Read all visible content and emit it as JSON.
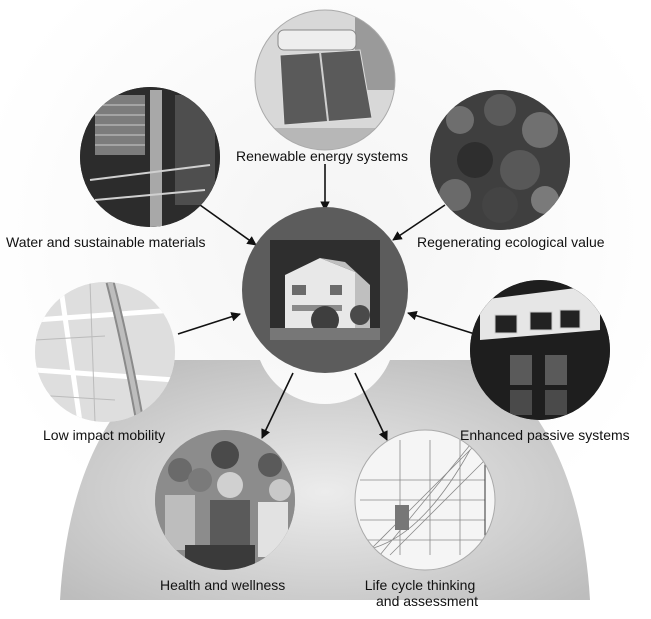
{
  "diagram": {
    "center": {
      "icon": "house-photo"
    },
    "nodes": [
      {
        "id": "renewable",
        "label": "Renewable energy systems",
        "icon": "solar-panel-photo"
      },
      {
        "id": "ecology",
        "label": "Regenerating ecological value",
        "icon": "vegetation-photo"
      },
      {
        "id": "passive",
        "label": "Enhanced passive systems",
        "icon": "clerestory-window-photo"
      },
      {
        "id": "lifecycle",
        "label_line1": "Life cycle thinking",
        "label_line2": "and assessment",
        "icon": "psychrometric-chart-image"
      },
      {
        "id": "health",
        "label": "Health and wellness",
        "icon": "family-photo"
      },
      {
        "id": "mobility",
        "label": "Low impact mobility",
        "icon": "street-map-image"
      },
      {
        "id": "water",
        "label": "Water and sustainable materials",
        "icon": "timber-stair-photo"
      }
    ],
    "colors": {
      "background": "#ffffff",
      "fan": "#d2d2d2",
      "hub": "#5c5c5c",
      "arrow": "#111111",
      "text": "#111111"
    }
  }
}
